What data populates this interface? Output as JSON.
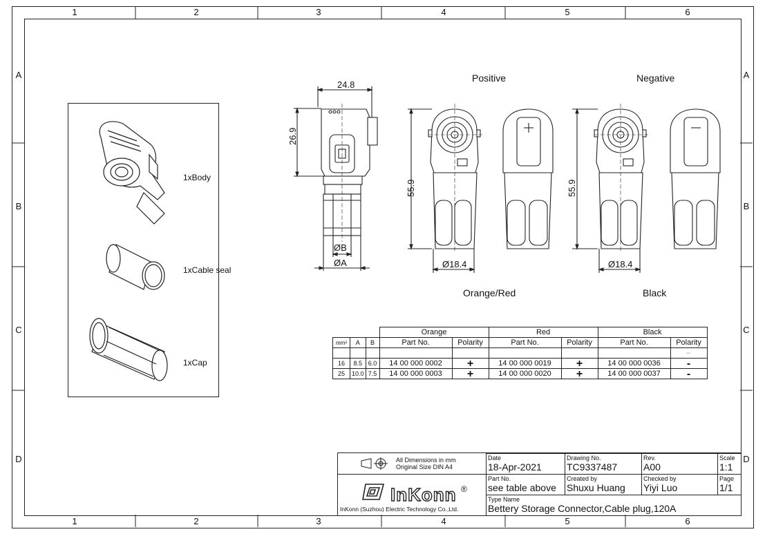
{
  "zones": {
    "columns": [
      "1",
      "2",
      "3",
      "4",
      "5",
      "6"
    ],
    "rows": [
      "A",
      "B",
      "C",
      "D"
    ]
  },
  "parts_list": [
    {
      "label": "1xBody"
    },
    {
      "label": "1xCable seal"
    },
    {
      "label": "1xCap"
    }
  ],
  "views": {
    "positive_title": "Positive",
    "negative_title": "Negative",
    "orange_red_caption": "Orange/Red",
    "black_caption": "Black"
  },
  "dimensions": {
    "width_side": "24.8",
    "height_side": "26.9",
    "dia_b": "ØB",
    "dia_a": "ØA",
    "height_pos": "55.9",
    "height_neg": "55.9",
    "dia_pos": "Ø18.4",
    "dia_neg": "Ø18.4"
  },
  "parts_table": {
    "groups": [
      "Orange",
      "Red",
      "Black"
    ],
    "headers": [
      "mm²",
      "A",
      "B",
      "Part No.",
      "Polarity",
      "Part No.",
      "Polarity",
      "Part No.",
      "Polarity"
    ],
    "header_polarity_row": [
      "",
      "",
      "",
      "",
      "",
      "",
      "",
      "",
      "–"
    ],
    "rows": [
      [
        "16",
        "8.5",
        "6.0",
        "14 00 000 0002",
        "+",
        "14 00 000 0019",
        "+",
        "14 00 000 0036",
        "-"
      ],
      [
        "25",
        "10.0",
        "7.5",
        "14 00 000 0003",
        "+",
        "14 00 000 0020",
        "+",
        "14 00 000 0037",
        "-"
      ]
    ]
  },
  "title_block": {
    "dims_note_1": "All Dimensions in mm",
    "dims_note_2": "Original Size DIN A4",
    "date_label": "Date",
    "date_value": "18-Apr-2021",
    "drawing_no_label": "Drawing No.",
    "drawing_no_value": "TC9337487",
    "rev_label": "Rev.",
    "rev_value": "A00",
    "scale_label": "Scale",
    "scale_value": "1:1",
    "part_no_label": "Part No.",
    "part_no_value": "see table above",
    "created_by_label": "Created by",
    "created_by_value": "Shuxu Huang",
    "checked_by_label": "Checked by",
    "checked_by_value": "Yiyi Luo",
    "page_label": "Page",
    "page_value": "1/1",
    "type_name_label": "Type Name",
    "type_name_value": "Bettery Storage Connector,Cable plug,120A",
    "logo_text": "InKonn",
    "registered_mark": "®",
    "company": "InKonn (Suzhou) Electric Technology Co.,Ltd."
  }
}
